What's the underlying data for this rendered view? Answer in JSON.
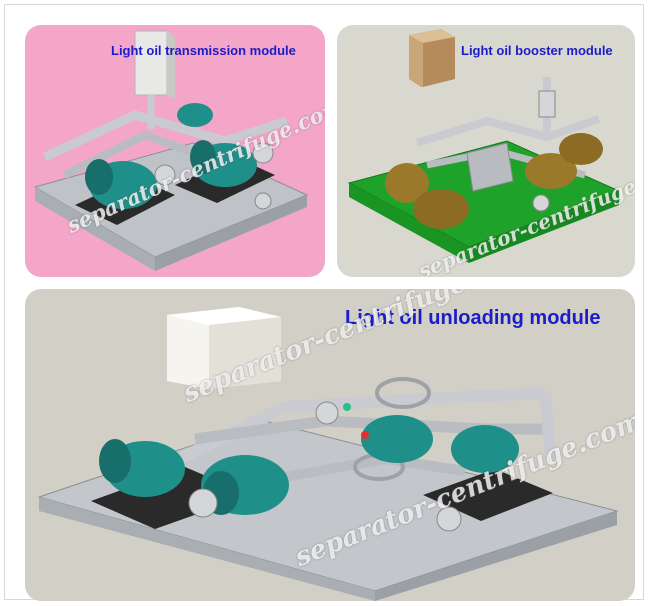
{
  "panels": {
    "transmission": {
      "title": "Light oil transmission module",
      "background": "#f4a6c8"
    },
    "booster": {
      "title": "Light oil booster module",
      "background": "#d9d8cf"
    },
    "unloading": {
      "title": "Light oil unloading module",
      "background": "#d2d0c6"
    }
  },
  "watermark": "separator-centrifuge.com",
  "colors": {
    "title_text": "#1c1cc8",
    "motor_teal": "#1f8f8a",
    "motor_gold": "#9a7a2a",
    "base_green": "#1fa22a",
    "pipe_gray": "#c9cbd0"
  }
}
